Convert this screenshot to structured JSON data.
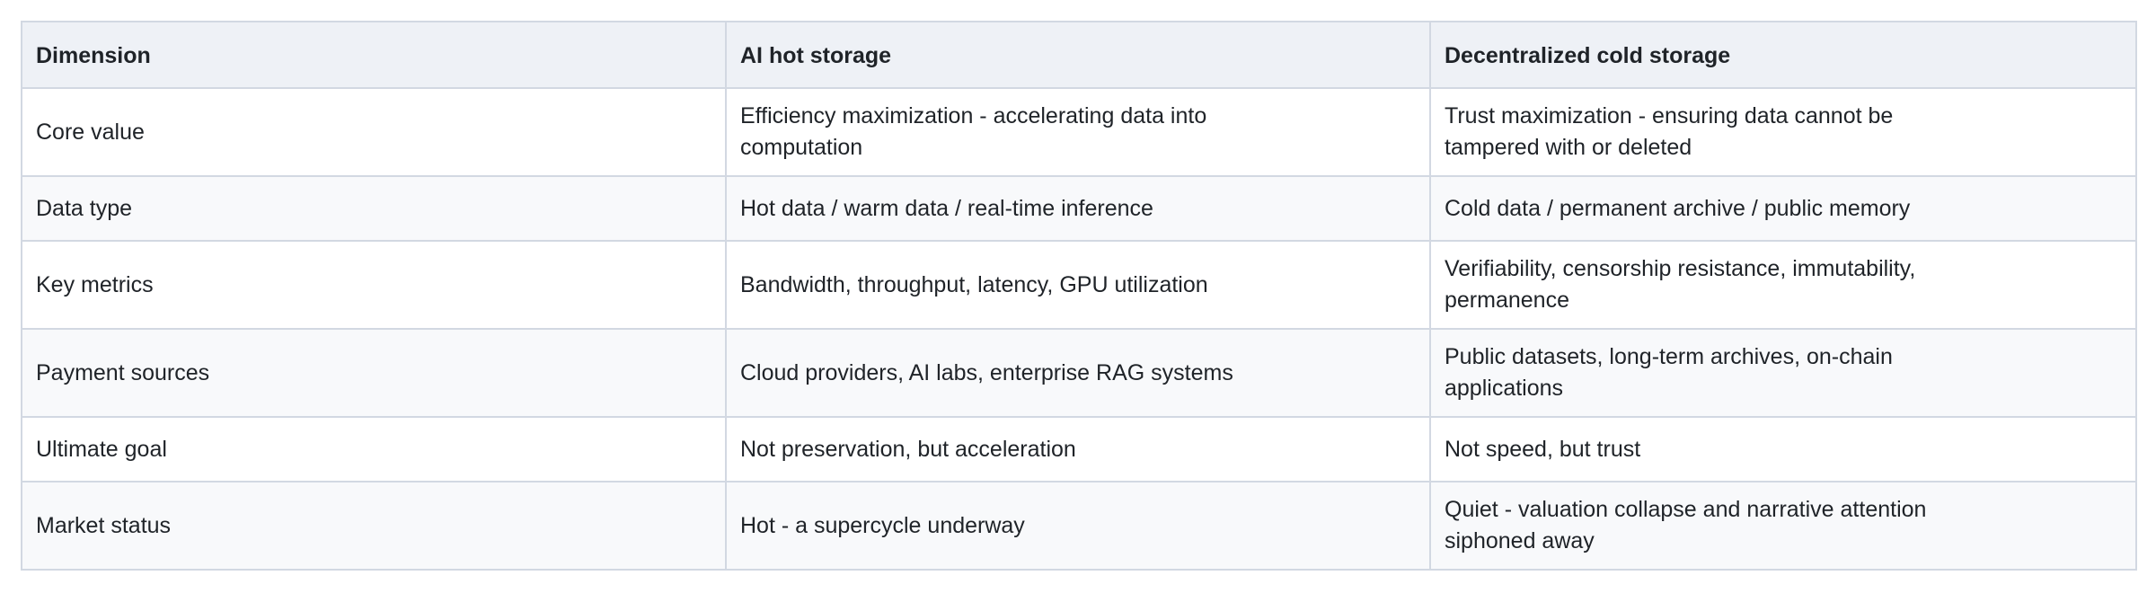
{
  "table": {
    "headers": [
      "Dimension",
      "AI hot storage",
      "Decentralized cold storage"
    ],
    "rows": [
      [
        "Core value",
        "Efficiency maximization - accelerating data into computation",
        "Trust maximization - ensuring data cannot be tampered with or deleted"
      ],
      [
        "Data type",
        "Hot data / warm data / real-time inference",
        "Cold data / permanent archive / public memory"
      ],
      [
        "Key metrics",
        "Bandwidth, throughput, latency, GPU utilization",
        "Verifiability, censorship resistance, immutability, permanence"
      ],
      [
        "Payment sources",
        "Cloud providers, AI labs, enterprise RAG systems",
        "Public datasets, long-term archives, on-chain applications"
      ],
      [
        "Ultimate goal",
        "Not preservation, but acceleration",
        "Not speed, but trust"
      ],
      [
        "Market status",
        "Hot - a supercycle underway",
        "Quiet - valuation collapse and narrative attention siphoned away"
      ]
    ]
  }
}
